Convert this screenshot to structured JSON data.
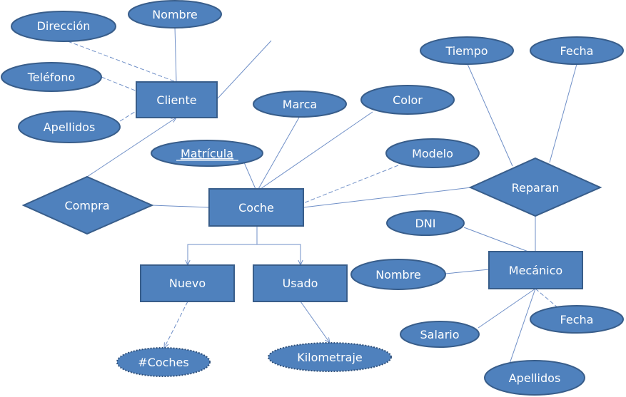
{
  "entities": {
    "cliente": "Cliente",
    "coche": "Coche",
    "nuevo": "Nuevo",
    "usado": "Usado",
    "mecanico": "Mecánico"
  },
  "relationships": {
    "compra": "Compra",
    "reparan": "Reparan"
  },
  "attributes": {
    "direccion": "Dirección",
    "nombre_cliente": "Nombre",
    "telefono": "Teléfono",
    "apellidos_cliente": "Apellidos",
    "marca": "Marca",
    "color": "Color",
    "matricula": "Matrícula",
    "modelo": "Modelo",
    "tiempo": "Tiempo",
    "fecha_reparan": "Fecha",
    "dni": "DNI",
    "nombre_mecanico": "Nombre",
    "salario": "Salario",
    "fecha_mecanico": "Fecha",
    "apellidos_mecanico": "Apellidos",
    "coches": "#Coches",
    "kilometraje": "Kilometraje"
  },
  "colors": {
    "fill": "#4f81bd",
    "stroke": "#385d8a",
    "line": "#6f8fc7",
    "text": "#ffffff"
  }
}
